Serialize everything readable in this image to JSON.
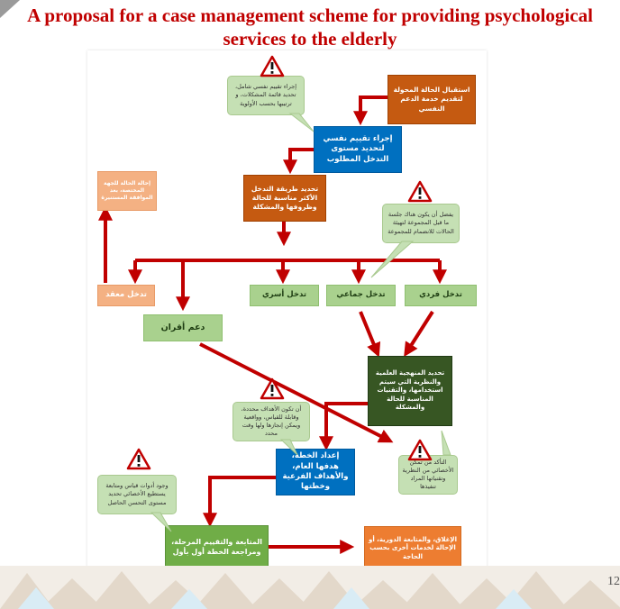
{
  "title": {
    "line1": "A proposal for a case management scheme for providing psychological",
    "line2": "services to the elderly"
  },
  "boxes": {
    "receive_case": "استقبال الحالة المحولة لتقديم خدمة الدعم النفسي",
    "assessment": "إجراء تقييم نفسي لتحديد مستوى التدخل المطلوب",
    "choose_method": "تحديد طريقة التدخل الأكثر مناسبة للحالة وظروفها والمشكلة",
    "refer_case": "إحالة الحالة للجهة المختصة، بعد الموافقة المستنيرة",
    "complex": "تدخل معقد",
    "family": "تدخل أسري",
    "group": "تدخل جماعي",
    "individual": "تدخل فردي",
    "peer": "دعم أقران",
    "methodology": "تحديد المنهجية العلمية والنظرية التي سيتم استخدامها، والتقنيات المناسبة للحالة والمشكلة",
    "plan": "إعداد الخطة، هدفها العام، والأهداف الفرعية وخطتها",
    "followup": "المتابعة والتقييم المرحلة، ومراجعة الخطة أول بأول",
    "closing": "الإغلاق، والمتابعة الدورية، أو الإحالة لخدمات أخرى بحسب الحاجة"
  },
  "callouts": {
    "assessment_note": "إجراء تقييم نفسي شامل، تحديد قائمة المشكلات، و ترتيبها بحسب الأولوية",
    "group_note": "يفضل أن يكون هناك جلسة ما قبل المجموعة لتهيئة الحالات للانضمام للمجموعة",
    "goals_note": "أن تكون الأهداف محددة، وقابلة للقياس، وواقعية ويمكن إنجازها ولها وقت محدد",
    "specialist_note": "التأكد من تمكن الأخصائي من النظرية وتقنياتها المراد تنفيذها",
    "tools_note": "وجود أدوات قياس ومتابعة يستطيع الأخصائي تحديد مستوى التحسن الحاصل"
  },
  "icons": {
    "warning": "warning-triangle-icon"
  },
  "colors": {
    "title": "#c00000",
    "arrow": "#c00000",
    "orange": "#c55a11",
    "blue": "#0070c0",
    "green": "#a9d18e",
    "dark_green": "#375623"
  },
  "page_number": "12"
}
